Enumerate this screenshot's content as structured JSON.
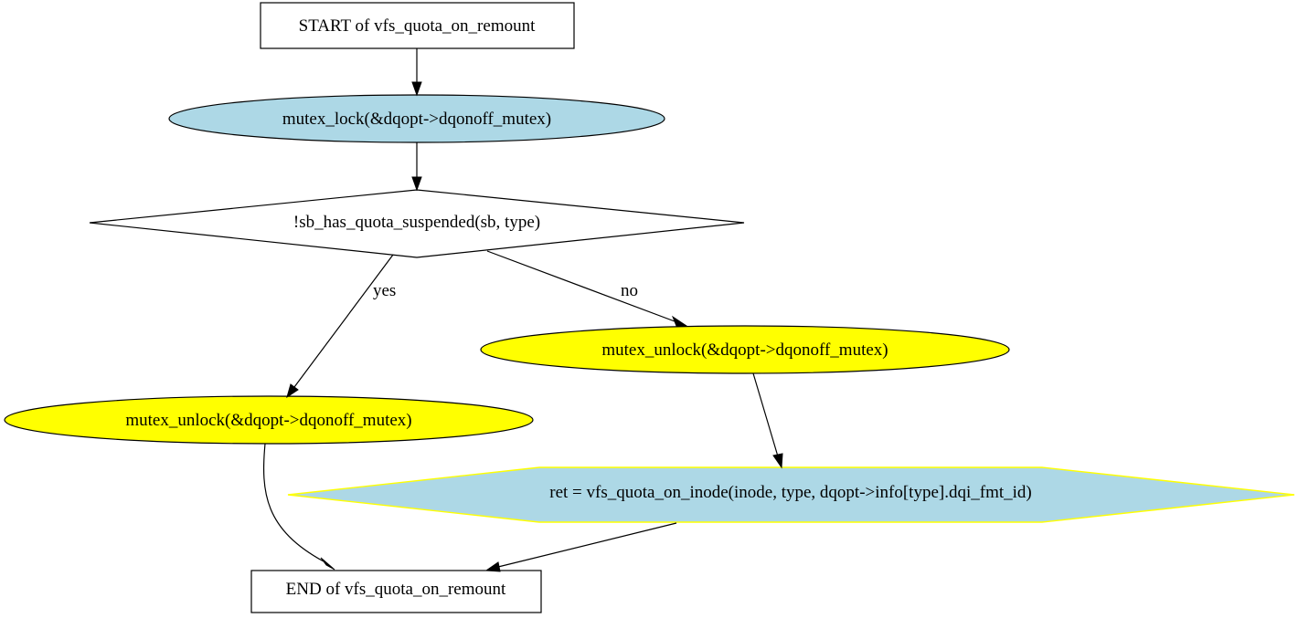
{
  "nodes": {
    "start": {
      "label": "START of vfs_quota_on_remount",
      "shape": "box",
      "fill": "#ffffff",
      "stroke": "#000000"
    },
    "lock": {
      "label": "mutex_lock(&dqopt->dqonoff_mutex)",
      "shape": "ellipse",
      "fill": "#add8e6",
      "stroke": "#000000"
    },
    "decision": {
      "label": "!sb_has_quota_suspended(sb, type)",
      "shape": "diamond",
      "fill": "#ffffff",
      "stroke": "#000000"
    },
    "unlock_no": {
      "label": "mutex_unlock(&dqopt->dqonoff_mutex)",
      "shape": "ellipse",
      "fill": "#ffff00",
      "stroke": "#000000"
    },
    "unlock_yes": {
      "label": "mutex_unlock(&dqopt->dqonoff_mutex)",
      "shape": "ellipse",
      "fill": "#ffff00",
      "stroke": "#000000"
    },
    "quota_on": {
      "label": "ret = vfs_quota_on_inode(inode, type, dqopt->info[type].dqi_fmt_id)",
      "shape": "hexagon",
      "fill": "#add8e6",
      "stroke": "#ffff00"
    },
    "end": {
      "label": "END of vfs_quota_on_remount",
      "shape": "box",
      "fill": "#ffffff",
      "stroke": "#000000"
    }
  },
  "edges": {
    "yes_label": "yes",
    "no_label": "no"
  }
}
